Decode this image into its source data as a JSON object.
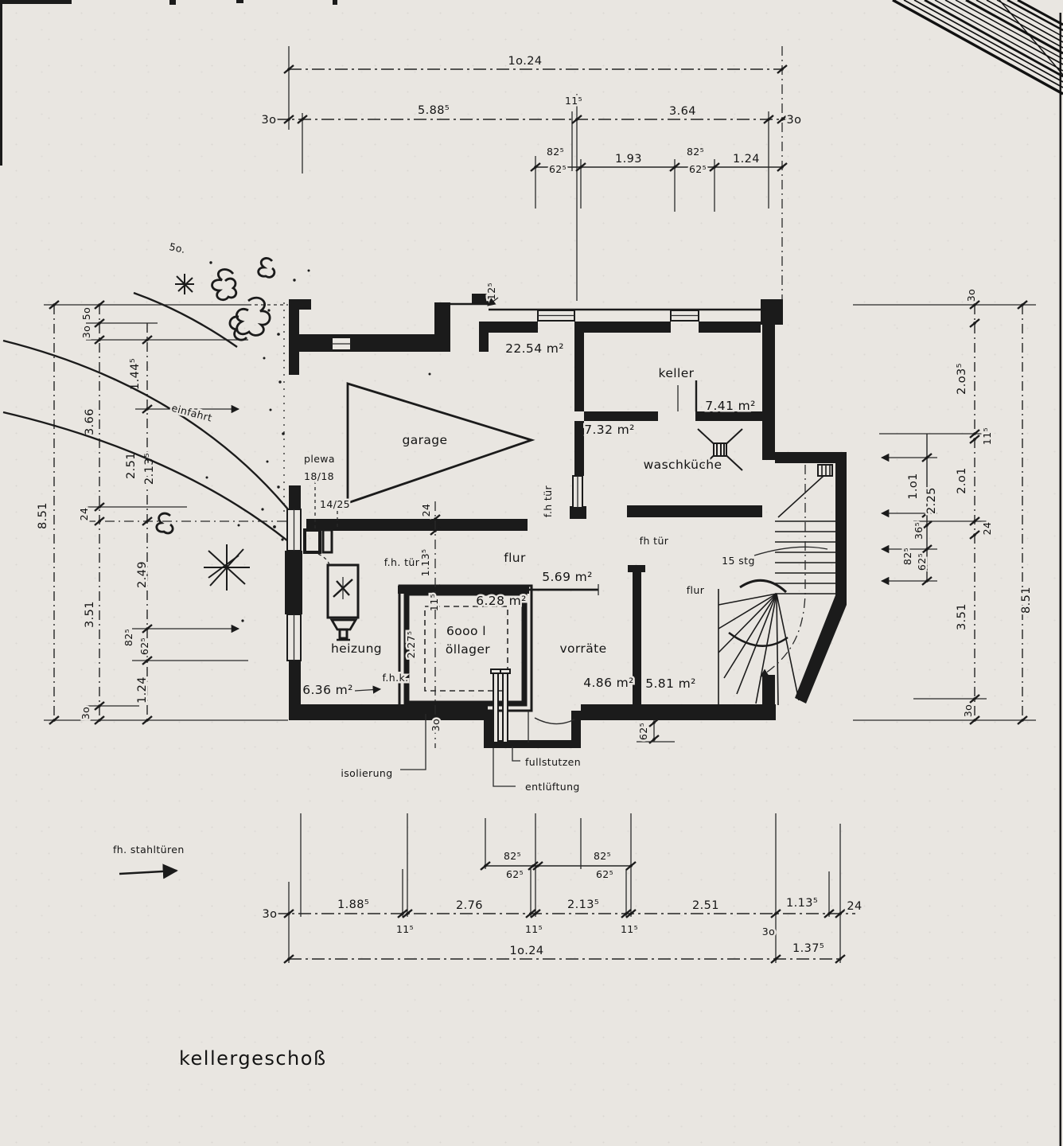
{
  "title": "kellergeschoß",
  "legend": {
    "steel_doors_note": "fh. stahltüren"
  },
  "site": {
    "driveway": "einfahrt",
    "marking": "5o."
  },
  "rooms": {
    "garage": {
      "label": "garage",
      "area": "22.54 m²"
    },
    "keller": {
      "label": "keller",
      "area": "7.41 m²"
    },
    "abstellraum": {
      "area": "7.32 m²"
    },
    "waschkueche": {
      "label": "waschküche"
    },
    "heizung": {
      "label": "heizung",
      "area": "6.36 m²"
    },
    "oellager": {
      "label": "öllager",
      "tank_capacity": "6ooo l",
      "area": "6.28 m²"
    },
    "flur": {
      "label": "flur",
      "area": "5.69 m²"
    },
    "vorraete": {
      "label": "vorräte",
      "area": "4.86 m²"
    },
    "flur_treppe": {
      "label": "flur",
      "area": "5.81 m²"
    },
    "treppe": {
      "steps": "15 stg"
    }
  },
  "annotations": {
    "plewa": "plewa",
    "plewa_format": "18/18",
    "kamin_format": "14/25",
    "tuer_garage": "f.h tür",
    "tuer_heizung": "f.h. tür",
    "tuer_wasch": "fh tür",
    "fhk": "f.h.k.",
    "isolierung": "isolierung",
    "fuellstutzen": "fullstutzen",
    "entlueftung": "entlüftung"
  },
  "dims": {
    "top": {
      "total": "1o.24",
      "wall_l": "3o",
      "seg1": "5.88⁵",
      "mid": "11⁵",
      "seg2": "3.64",
      "wall_r": "3o",
      "w1a": "82⁵",
      "w1b": "62⁵",
      "seg3": "1.93",
      "w2a": "82⁵",
      "w2b": "62⁵",
      "seg4": "1.24"
    },
    "bottom": {
      "w1a": "82⁵",
      "w1b": "62⁵",
      "w2a": "82⁵",
      "w2b": "62⁵",
      "wall_l": "3o",
      "seg1": "1.88⁵",
      "p1": "11⁵",
      "seg2": "2.76",
      "p2": "11⁵",
      "seg3": "2.13⁵",
      "p3": "11⁵",
      "seg4": "2.51",
      "wall_r": "3o",
      "seg5": "1.13⁵",
      "end": "24",
      "total": "1o.24",
      "ext": "1.37⁵"
    },
    "left": {
      "total": "8.51",
      "s1": "5o",
      "s2": "3o",
      "s3": "3.66",
      "s4": "24",
      "s5": "3.51",
      "s6": "3o",
      "i1": "1.44⁵",
      "i2": "2.51",
      "i3": "2.13⁵",
      "i4": "2.49",
      "i5a": "82⁵",
      "i5b": "62⁵",
      "i6": "1.24"
    },
    "right": {
      "total": "8.51",
      "s1": "3o",
      "s2": "2.o3⁵",
      "s3": "11⁵",
      "s4": "2.o1",
      "s5": "24",
      "s6": "3.51",
      "s7": "3o",
      "i1": "1.o1",
      "i2": "2.25",
      "i3": "36⁵",
      "i4a": "82⁵",
      "i4b": "62⁵"
    },
    "plan": {
      "step_top": "12⁵",
      "wall24": "24",
      "door113": "1.13⁵",
      "oel_wall": "11⁵",
      "oel_h": "2.27⁵",
      "south_wall": "3o",
      "south_off": "62⁵"
    }
  }
}
